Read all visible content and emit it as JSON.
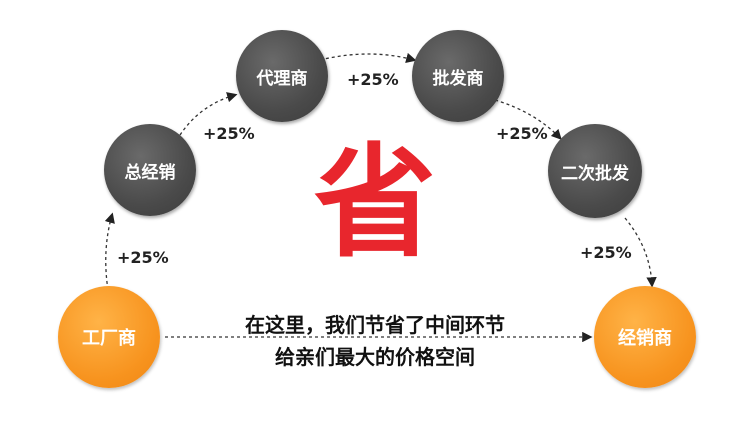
{
  "nodes": {
    "factory": "工厂商",
    "general_distributor": "总经销",
    "agent": "代理商",
    "wholesaler": "批发商",
    "secondary_wholesale": "二次批发",
    "dealer": "经销商"
  },
  "markups": {
    "m1": "+25%",
    "m2": "+25%",
    "m3": "+25%",
    "m4": "+25%",
    "m5": "+25%"
  },
  "center_char": "省",
  "message": {
    "line1": "在这里，我们节省了中间环节",
    "line2": "给亲们最大的价格空间"
  },
  "colors": {
    "gray_node": "#4a4a4a",
    "orange_node": "#f7931e",
    "accent_red": "#e8262d"
  }
}
